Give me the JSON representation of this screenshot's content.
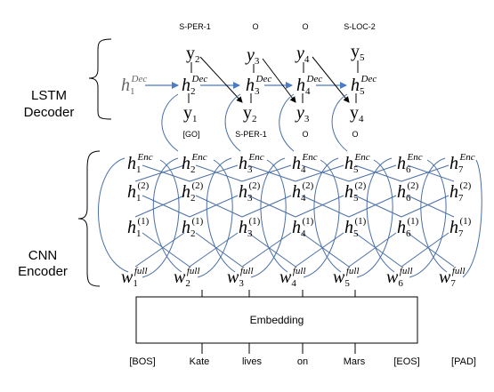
{
  "side_labels": {
    "lstm_line1": "LSTM",
    "lstm_line2": "Decoder",
    "cnn_line1": "CNN",
    "cnn_line2": "Encoder"
  },
  "decoder_outputs": [
    "S-PER-1",
    "O",
    "O",
    "S-LOC-2"
  ],
  "decoder_inputs": [
    "[GO]",
    "S-PER-1",
    "O",
    "O"
  ],
  "decoder": {
    "h_base": "h",
    "h_sup": "Dec",
    "y_base": "y",
    "y_top_subs": [
      "2",
      "3",
      "4",
      "5"
    ],
    "y_bot_subs": [
      "1",
      "2",
      "3",
      "4"
    ],
    "h_subs": [
      "1",
      "2",
      "3",
      "4",
      "5"
    ]
  },
  "encoder": {
    "h_base": "h",
    "w_base": "w",
    "enc_sup": "Enc",
    "l2_sup": "(2)",
    "l1_sup": "(1)",
    "full_sup": "full",
    "subs": [
      "1",
      "2",
      "3",
      "4",
      "5",
      "6",
      "7"
    ]
  },
  "embedding_label": "Embedding",
  "tokens": [
    "[BOS]",
    "Kate",
    "lives",
    "on",
    "Mars",
    "[EOS]",
    "[PAD]"
  ]
}
